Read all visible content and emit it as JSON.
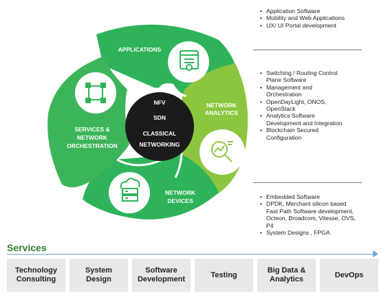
{
  "diagram": {
    "center": {
      "line1": "NFV",
      "line2": "SDN",
      "line3": "CLASSICAL",
      "line4": "NETWORKING"
    },
    "segments": {
      "applications": {
        "label": "APPLICATIONS",
        "icon": "web-app-icon",
        "color": "#2fb35a"
      },
      "network_analytics": {
        "line1": "NETWORK",
        "line2": "ANALYTICS",
        "icon": "analytics-magnifier-icon",
        "color": "#8cc63f"
      },
      "network_devices": {
        "line1": "NETWORK",
        "line2": "DEVICES",
        "icon": "cloud-server-icon",
        "color": "#2fb35a"
      },
      "services_orchestration": {
        "line1": "SERVICES &",
        "line2": "NETWORK",
        "line3": "ORCHESTRATION",
        "icon": "orchestration-nodes-icon",
        "color": "#3cb55a"
      }
    },
    "center_color": "#1b1b1b"
  },
  "bullets": {
    "applications": [
      "Application Software",
      "Mobility and Web Applications",
      "UX/ UI Portal development"
    ],
    "network_analytics": [
      "Switching / Routing Control Plane Software",
      "Management and Orchestration",
      "OpenDayLight, ONOS, OpenStack",
      "Analytics Software Development and Integration",
      "Blockchain Secured Configuration"
    ],
    "network_devices": [
      "Embedded Software",
      "DPDK, Merchant silicon based Fast Path Software development, Octeon, Broadcom, Vitesse, OVS, P4",
      "System Designs , FPGA"
    ]
  },
  "services": {
    "title": "Services",
    "items": [
      {
        "line1": "Technology",
        "line2": "Consulting"
      },
      {
        "line1": "System",
        "line2": "Design"
      },
      {
        "line1": "Software",
        "line2": "Development"
      },
      {
        "line1": "Testing",
        "line2": ""
      },
      {
        "line1": "Big Data &",
        "line2": "Analytics"
      },
      {
        "line1": "DevOps",
        "line2": ""
      }
    ]
  }
}
